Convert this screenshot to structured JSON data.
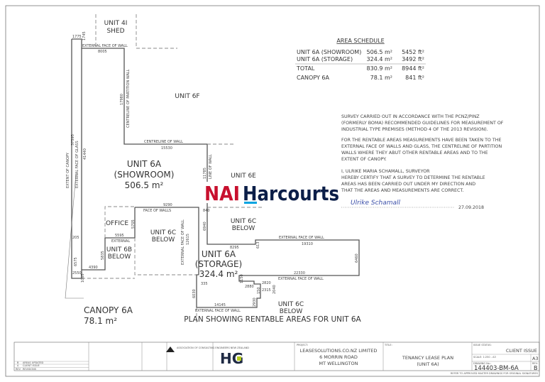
{
  "plan": {
    "title": "PLAN SHOWING RENTABLE AREAS FOR UNIT 6A",
    "units": {
      "unit_4i": "UNIT 4I",
      "shed": "SHED",
      "unit_6f": "UNIT 6F",
      "unit_6a": "UNIT 6A",
      "showroom": "(SHOWROOM)",
      "showroom_area": "506.5 m²",
      "unit_6e": "UNIT 6E",
      "office": "OFFICE",
      "unit_6c": "UNIT 6C",
      "below": "BELOW",
      "unit_6b": "UNIT 6B",
      "storage": "(STORAGE)",
      "storage_area": "324.4 m²",
      "canopy": "CANOPY 6A",
      "canopy_area": "78.1 m²"
    },
    "annotations": {
      "ext_face_wall": "EXTERNAL FACE OF WALL",
      "ext_face_wall_spaced": "EXTERNAL   FACE   OF   WALL",
      "centreline_partition": "CENTRELINE  OF  PARTITION  WALL",
      "centreline_wall": "CENTRELINE   OF   WALL",
      "face_of_walls": "FACE   OF   WALLS",
      "external": "EXTERNAL",
      "extent_canopy": "EXTENT   OF   CANOPY",
      "ext_face_glass": "EXTERNAL   FACE   OF   GLASS",
      "line_of_wall": "LINE   OF   WALL"
    },
    "dims": {
      "d1775": "1775",
      "d1745": "1745",
      "d8005": "8005",
      "d17980": "17980",
      "d15530": "15530",
      "d37595": "37595",
      "d41440": "41440",
      "d11785": "11785",
      "d9290": "9290",
      "d840": "840",
      "d5705": "5705",
      "d5595": "5595",
      "d5835": "5835",
      "d4390": "4390",
      "d6575": "6575",
      "d205": "205",
      "d2550": "2550",
      "d1005": "1005",
      "d12615": "12615",
      "d6940": "6940",
      "d8295": "8295",
      "d613": "613",
      "d19310": "19310",
      "d6460": "6460",
      "d22330": "22330",
      "d1150": "1150",
      "d2880": "2880",
      "d150": "150",
      "d2820": "2820",
      "d2315": "2315",
      "d2040": "2040",
      "d2930": "2930",
      "d14145": "14145",
      "d335": "335",
      "d6030": "6030"
    }
  },
  "logo": {
    "nai": "NAI",
    "harcourts": "Harcourts"
  },
  "area_schedule": {
    "heading": "AREA SCHEDULE",
    "rows": [
      {
        "name": "UNIT 6A (SHOWROOM)",
        "m2": "506.5 m²",
        "ft2": "5452 ft²"
      },
      {
        "name": "UNIT 6A (STORAGE)",
        "m2": "324.4 m²",
        "ft2": "3492 ft²"
      },
      {
        "name": "TOTAL",
        "m2": "830.9 m²",
        "ft2": "8944 ft²"
      },
      {
        "name": "CANOPY 6A",
        "m2": "78.1 m²",
        "ft2": "841 ft²"
      }
    ]
  },
  "notes": {
    "p1": [
      "SURVEY CARRIED OUT IN ACCORDANCE WITH THE PCNZ/PINZ",
      "(FORMERLY BOMA) RECOMMENDED GUIDELINES FOR MEASUREMENT OF",
      "INDUSTRIAL TYPE PREMISES (METHOD 4 OF THE 2013 REVISION)."
    ],
    "p2": [
      "FOR THE RENTABLE AREAS MEASUREMENTS HAVE BEEN TAKEN TO THE",
      "EXTERNAL FACE OF WALLS AND GLASS, THE CENTRELINE OF PARTITION",
      "WALLS WHERE THEY ABUT OTHER RENTABLE AREAS AND TO THE",
      "EXTENT OF CANOPY."
    ],
    "p3": [
      "I, ULRIKE MARIA SCHAMALL, SURVEYOR",
      "HEREBY CERTIFY THAT A SURVEY TO DETERMINE THE RENTABLE",
      "AREAS HAS BEEN CARRIED OUT UNDER MY DIRECTION AND",
      "THAT THE AREAS AND MEASUREMENTS ARE CORRECT."
    ],
    "signature": "Ulrike Schamall",
    "date": "27.09.2018"
  },
  "title_block": {
    "revisions": [
      {
        "rev": "B",
        "desc": "AREAS UPDATED"
      },
      {
        "rev": "A",
        "desc": "CLIENT ISSUE"
      },
      {
        "rev": "REV",
        "desc": "REVISIONS"
      }
    ],
    "project_label": "PROJECT:",
    "project": [
      "LEASESOLUTIONS.CO.NZ LIMITED",
      "6 MORRIN ROAD",
      "MT WELLINGTON"
    ],
    "title_label": "TITLE:",
    "title": [
      "TENANCY LEASE PLAN",
      "(UNIT 6A)"
    ],
    "status_label": "ISSUE STATUS:",
    "status": "CLIENT ISSUE",
    "scale_label": "SCALE: 1:250 - A3",
    "sheet": "A3",
    "drawing_no_label": "DRAWING No.:",
    "drawing_no": "144403-BM-6A",
    "rev_label": "REV:",
    "rev": "B",
    "acenz": "ASSOCIATION OF CONSULTING ENGINEERS NEW ZEALAND",
    "hg": "HG",
    "footer": "REFER TO APPROVED MASTER DRAWINGS FOR ORIGINAL SIGNATURES"
  }
}
